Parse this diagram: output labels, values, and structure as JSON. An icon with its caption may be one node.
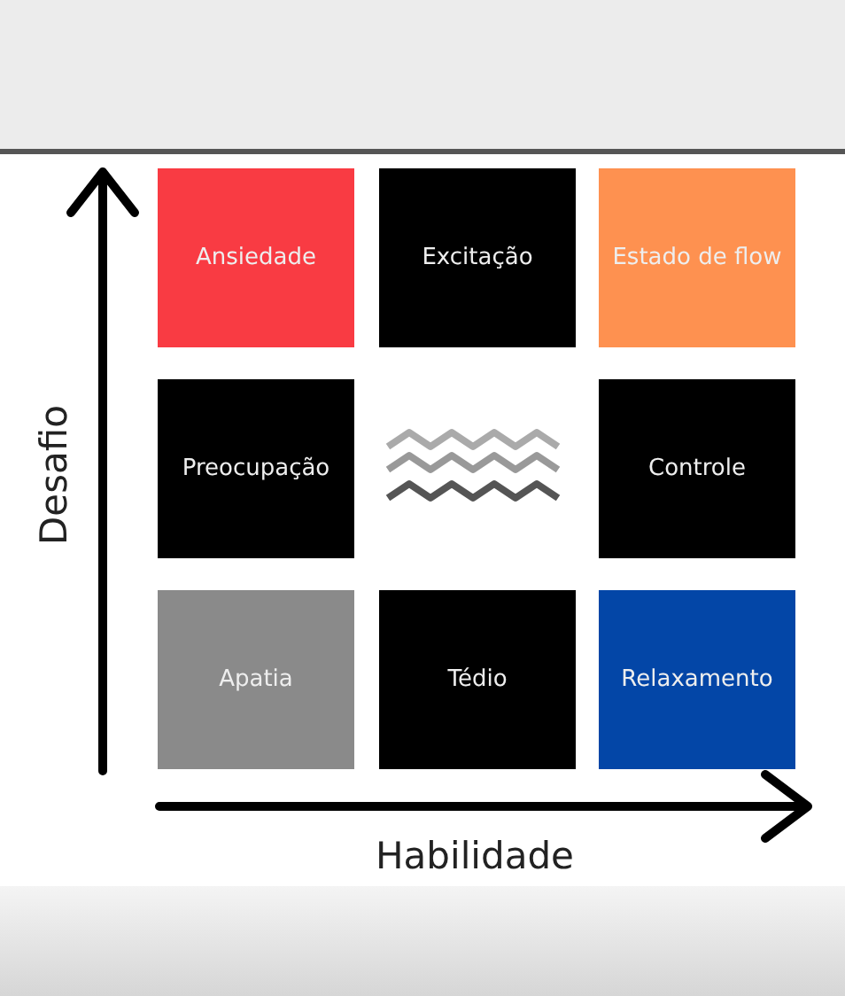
{
  "diagram": {
    "nodes": [
      {
        "text": [
          "Ansiedade"
        ]
      },
      {
        "text": [
          "Excitação"
        ]
      },
      {
        "text": [
          "Estado de flow"
        ]
      },
      {
        "text": [
          "Preocupação"
        ]
      },
      {
        "text": [
          "Controle"
        ]
      },
      {
        "text": [
          "Apatia"
        ]
      },
      {
        "text": [
          "Tédio"
        ]
      },
      {
        "text": [
          "Relaxamento"
        ]
      }
    ],
    "edges": [],
    "labels": [
      "Desafio",
      "Habilidade"
    ]
  }
}
